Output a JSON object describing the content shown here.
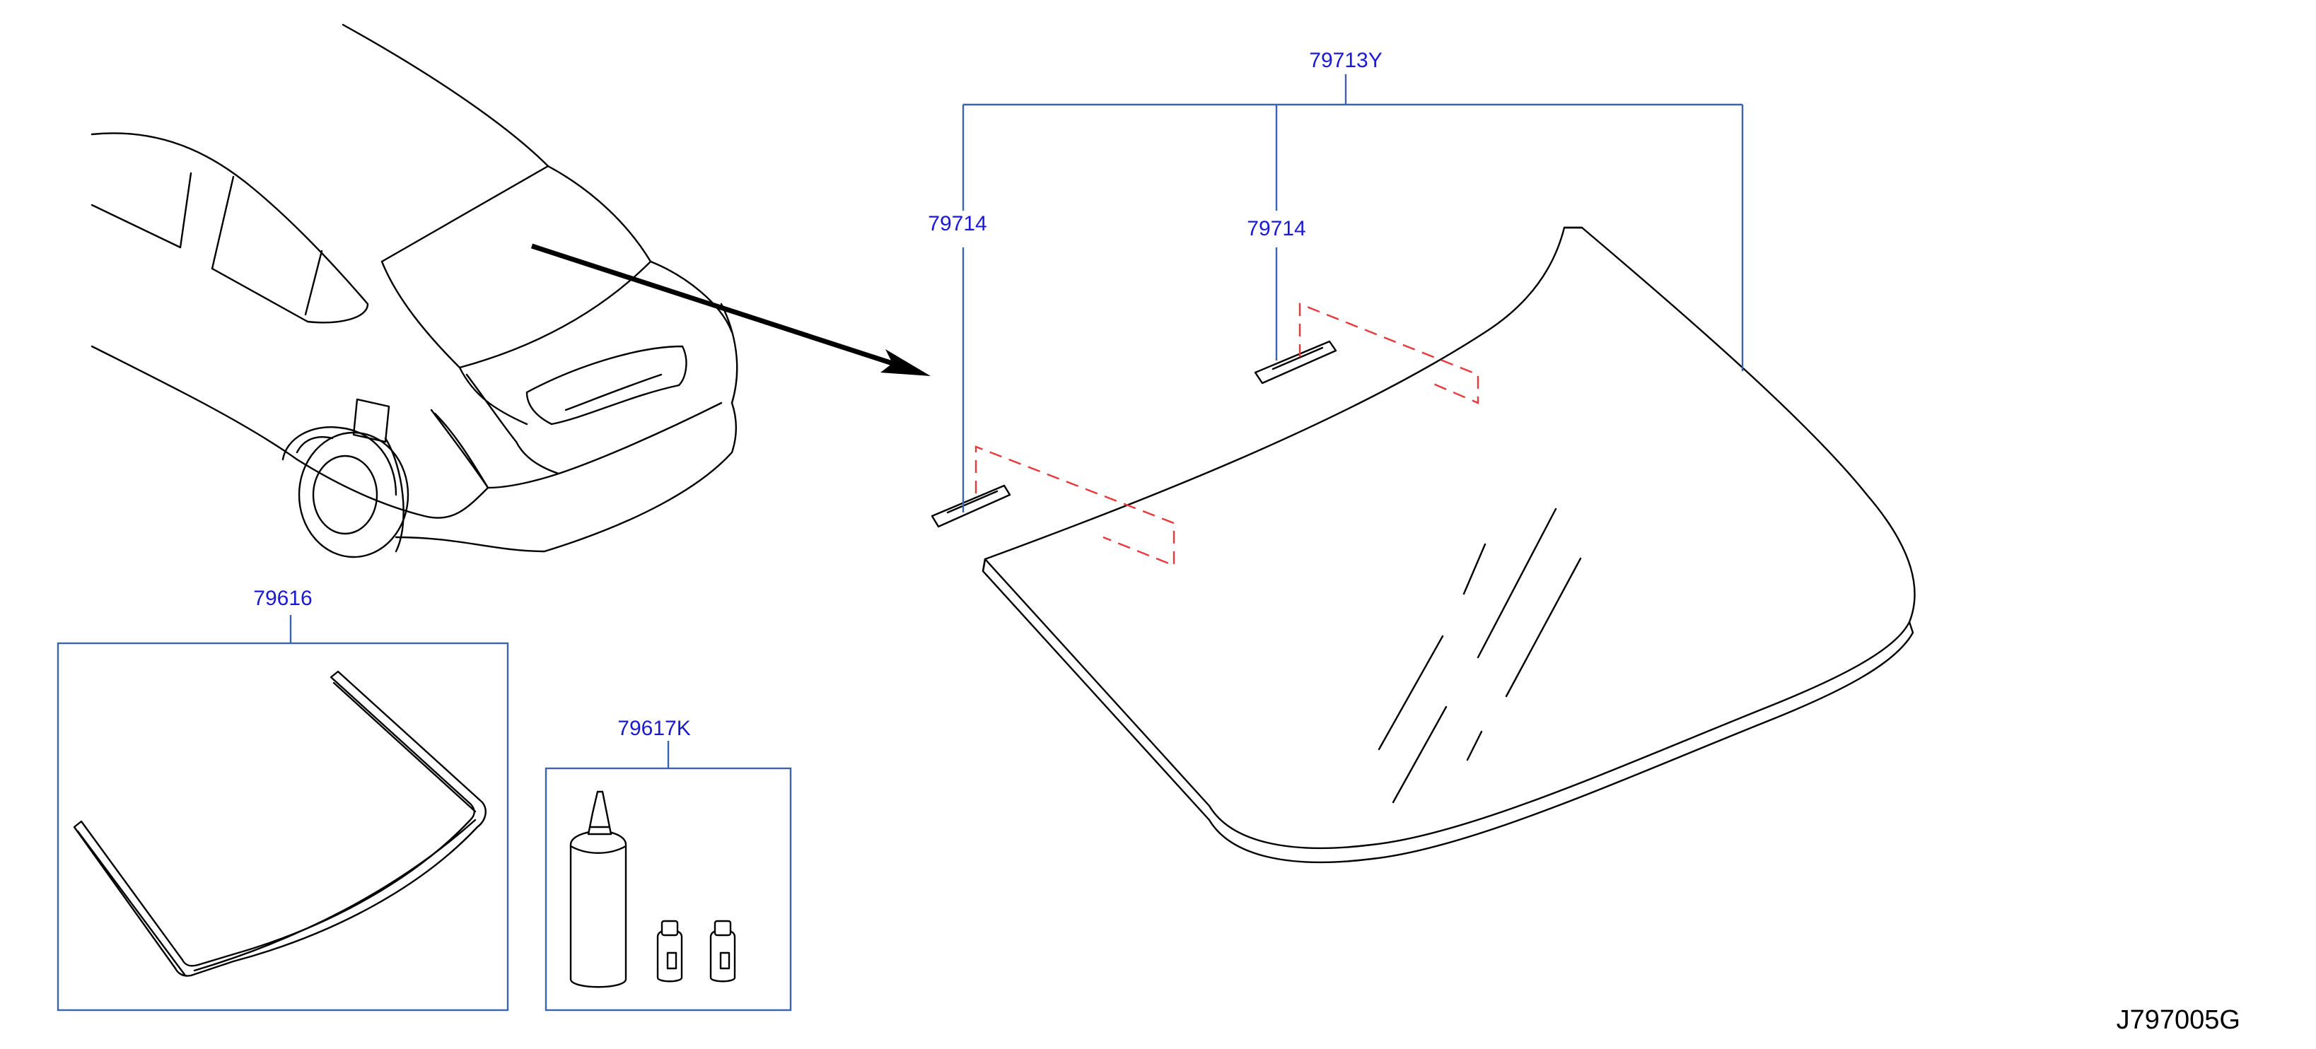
{
  "parts": {
    "kit": "79713Y",
    "spacer_left": "79714",
    "spacer_right": "79714",
    "molding": "79616",
    "adhesive_kit": "79617K"
  },
  "diagram_ref": "J797005G",
  "colors": {
    "part_label": "#1a1ad6",
    "leader_box": "#3a63b0",
    "hidden_line": "#e8383a",
    "ink": "#000000"
  }
}
